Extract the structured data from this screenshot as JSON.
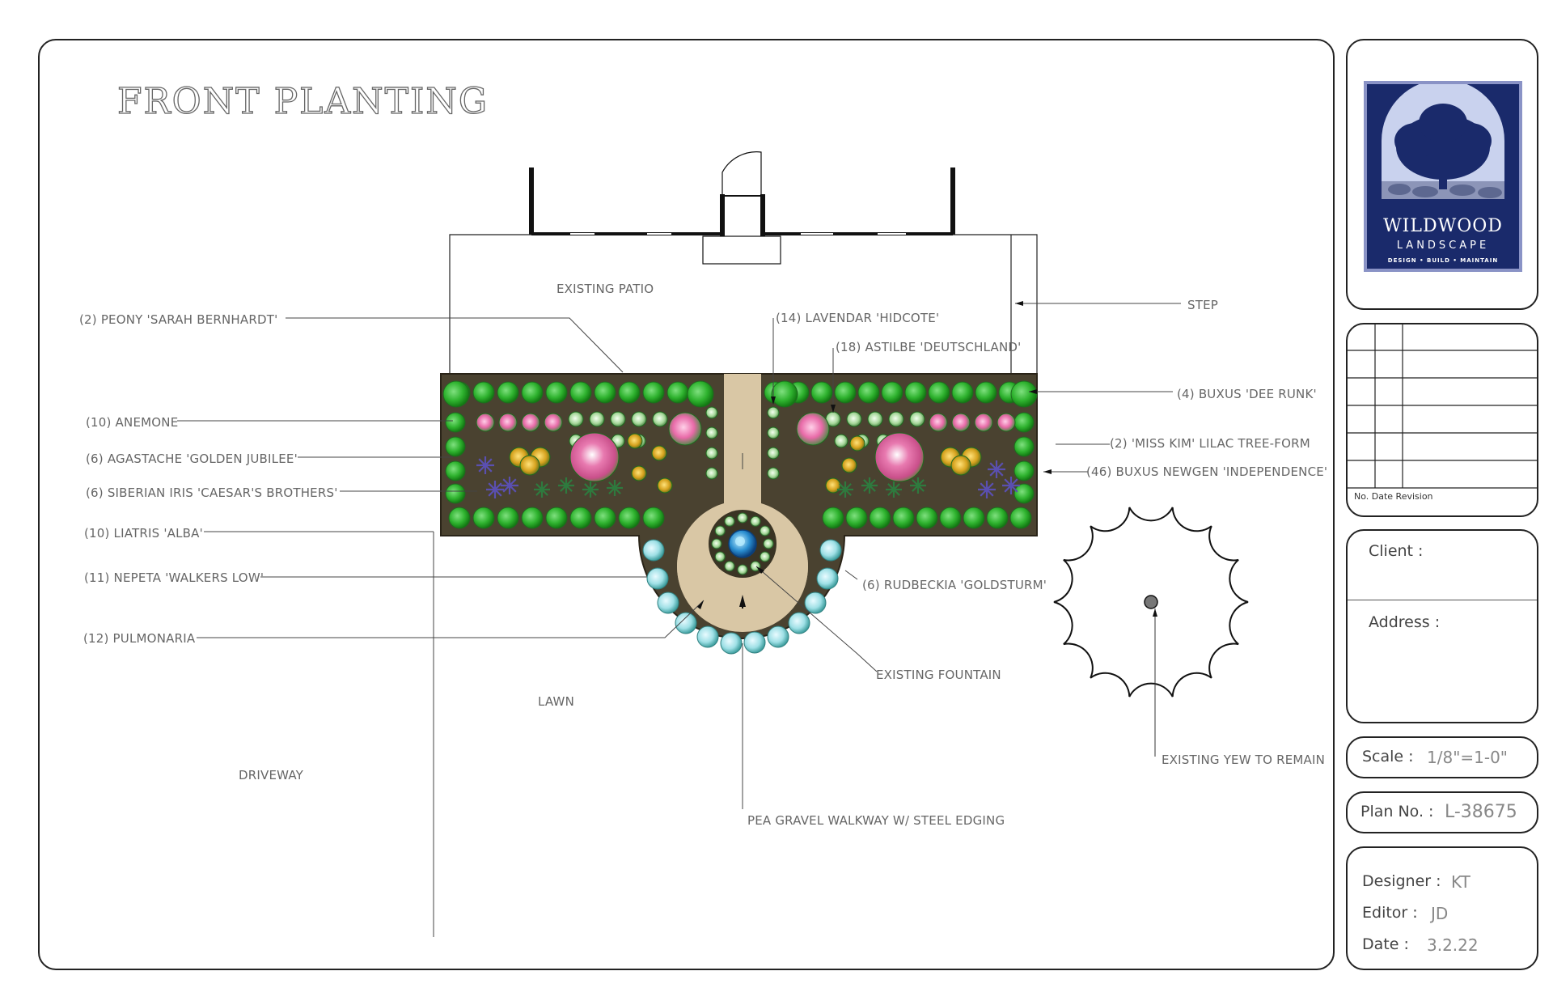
{
  "title": "FRONT PLANTING",
  "labels": {
    "existing_patio": "EXISTING PATIO",
    "step": "STEP",
    "peony": "(2) PEONY 'SARAH BERNHARDT'",
    "lavender": "(14) LAVENDAR 'HIDCOTE'",
    "astilbe": "(18) ASTILBE 'DEUTSCHLAND'",
    "buxus_dee_runk": "(4) BUXUS 'DEE RUNK'",
    "anemone": "(10) ANEMONE",
    "lilac": "(2) 'MISS KIM' LILAC TREE-FORM",
    "agastache": "(6) AGASTACHE 'GOLDEN JUBILEE'",
    "buxus_newgen": "(46) BUXUS NEWGEN 'INDEPENDENCE'",
    "iris": "(6) SIBERIAN IRIS 'CAESAR'S BROTHERS'",
    "liatris": "(10) LIATRIS 'ALBA'",
    "nepeta": "(11) NEPETA 'WALKERS LOW'",
    "rudbeckia": "(6) RUDBECKIA 'GOLDSTURM'",
    "pulmonaria": "(12) PULMONARIA",
    "existing_fountain": "EXISTING FOUNTAIN",
    "lawn": "LAWN",
    "driveway": "DRIVEWAY",
    "existing_yew": "EXISTING YEW TO REMAIN",
    "walkway": "PEA GRAVEL WALKWAY W/ STEEL EDGING"
  },
  "logo": {
    "name": "WILDWOOD",
    "sub": "LANDSCAPE",
    "tagline": "DESIGN • BUILD • MAINTAIN"
  },
  "revision_header": "No.  Date  Revision",
  "client_label": "Client :",
  "address_label": "Address :",
  "scale": {
    "label": "Scale :",
    "value": "1/8\"=1-0\""
  },
  "plan_no": {
    "label": "Plan No. :",
    "value": "L-38675"
  },
  "designer": {
    "label": "Designer :",
    "value": "KT"
  },
  "editor": {
    "label": "Editor :",
    "value": "JD"
  },
  "date": {
    "label": "Date :",
    "value": "3.2.22"
  },
  "colors": {
    "bed_soil": "#4a4230",
    "path_gravel": "#d9c7a5",
    "shrub_green": "#2fb32f",
    "logo_navy": "#1a2a6b"
  }
}
